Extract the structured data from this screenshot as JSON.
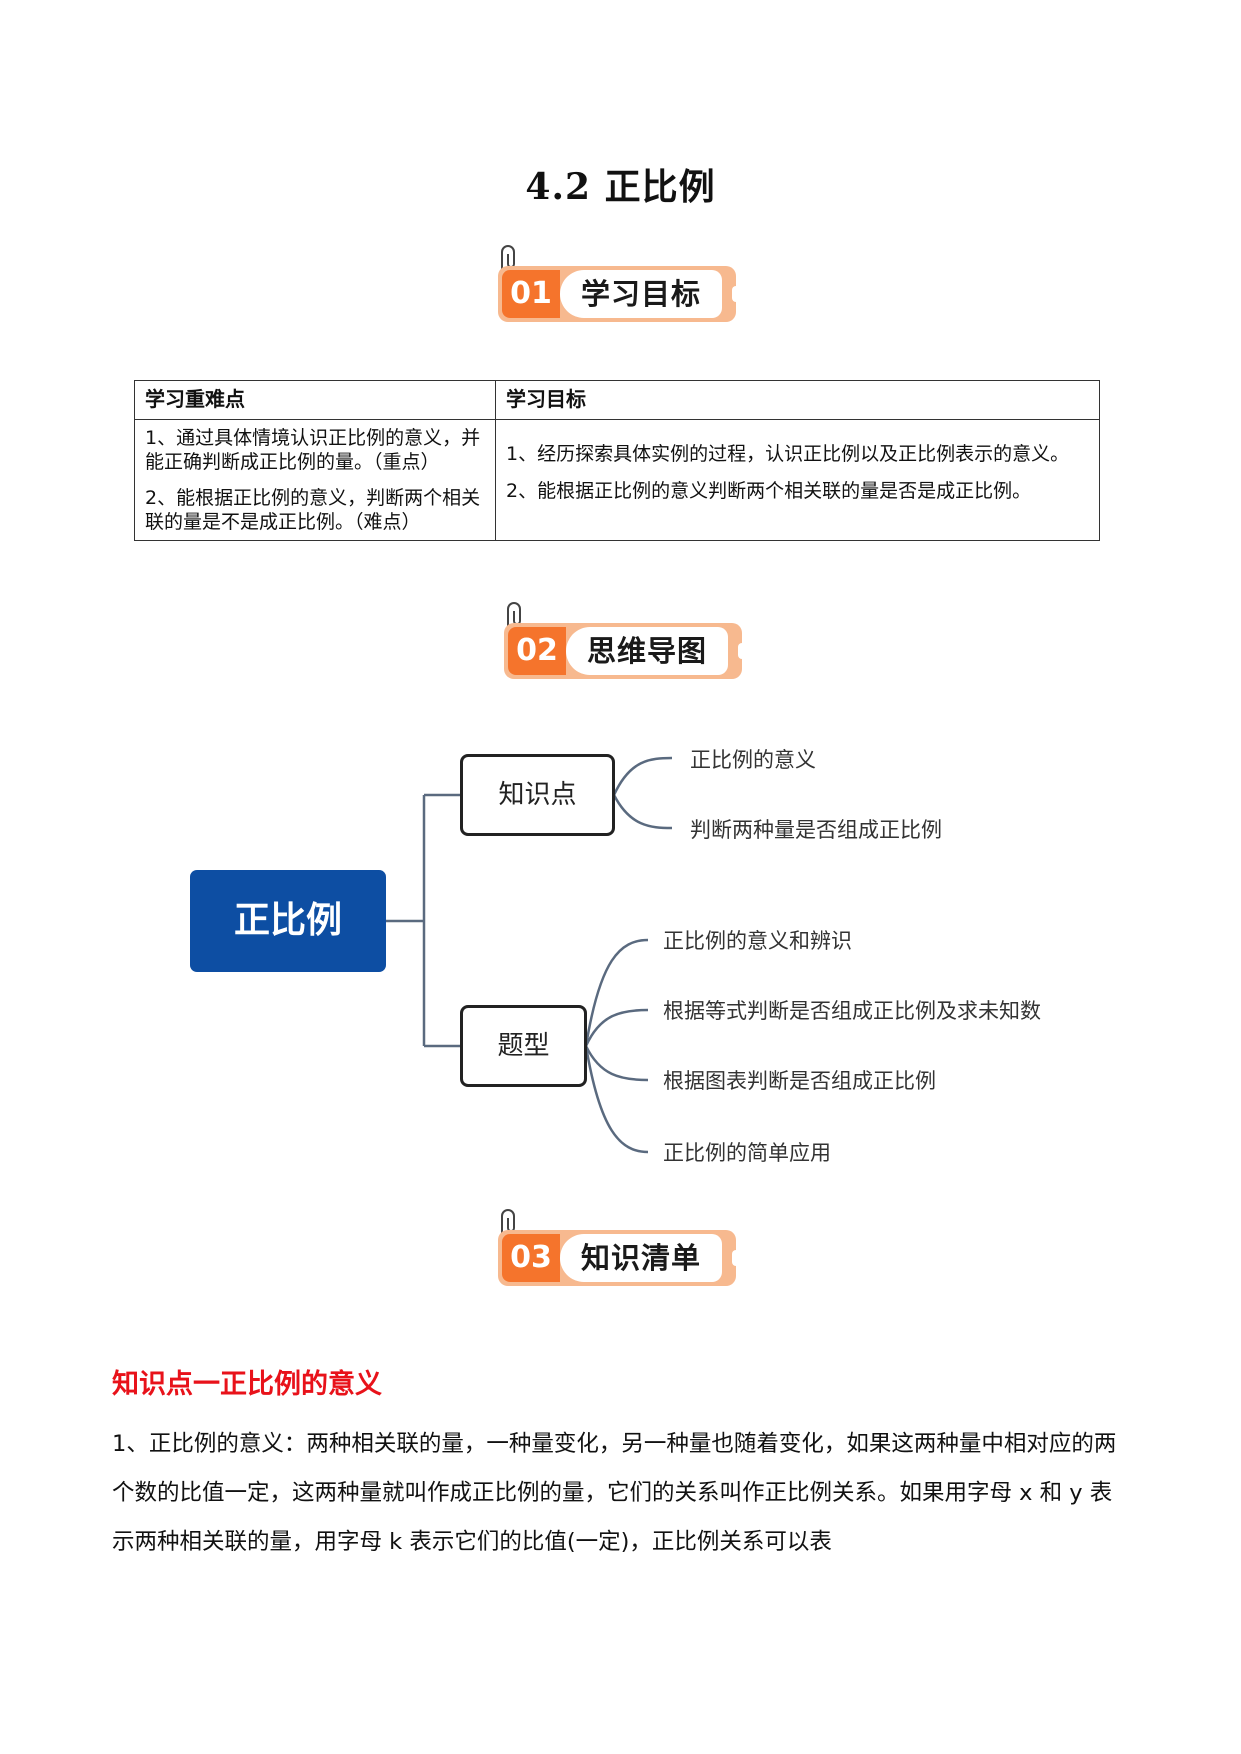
{
  "title": "4.2  正比例",
  "sections": [
    {
      "num": "01",
      "label": "学习目标"
    },
    {
      "num": "02",
      "label": "思维导图"
    },
    {
      "num": "03",
      "label": "知识清单"
    }
  ],
  "goals_table": {
    "headers": [
      "学习重难点",
      "学习目标"
    ],
    "left": [
      "1、通过具体情境认识正比例的意义，并能正确判断成正比例的量。（重点）",
      "2、能根据正比例的意义，判断两个相关联的量是不是成正比例。（难点）"
    ],
    "right": [
      "1、经历探索具体实例的过程，认识正比例以及正比例表示的意义。",
      "2、能根据正比例的意义判断两个相关联的量是否是成正比例。"
    ]
  },
  "mindmap": {
    "center": "正比例",
    "branches": [
      {
        "label": "知识点",
        "leaves": [
          "正比例的意义",
          "判断两种量是否组成正比例"
        ]
      },
      {
        "label": "题型",
        "leaves": [
          "正比例的意义和辨识",
          "根据等式判断是否组成正比例及求未知数",
          "根据图表判断是否组成正比例",
          "正比例的简单应用"
        ]
      }
    ]
  },
  "knowledge": {
    "heading": "知识点一正比例的意义",
    "paragraph": "1、正比例的意义：两种相关联的量，一种量变化，另一种量也随着变化，如果这两种量中相对应的两个数的比值一定，这两种量就叫作成正比例的量，它们的关系叫作正比例关系。如果用字母 x 和 y 表示两种相关联的量，用字母 k 表示它们的比值(一定)，正比例关系可以表"
  },
  "colors": {
    "badge_dark": "#f5742c",
    "badge_light": "#f7b98f",
    "center_node": "#0d4ea3",
    "heading_red": "#e8121a",
    "connector": "#5a6a7f"
  }
}
